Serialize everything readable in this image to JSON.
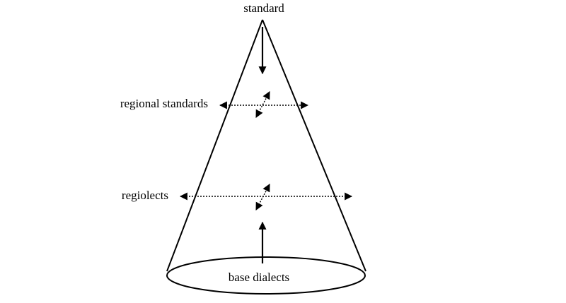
{
  "diagram": {
    "labels": {
      "top": "standard",
      "upper_level": "regional standards",
      "lower_level": "regiolects",
      "base": "base dialects"
    },
    "colors": {
      "stroke": "#000000",
      "background": "#ffffff"
    }
  }
}
